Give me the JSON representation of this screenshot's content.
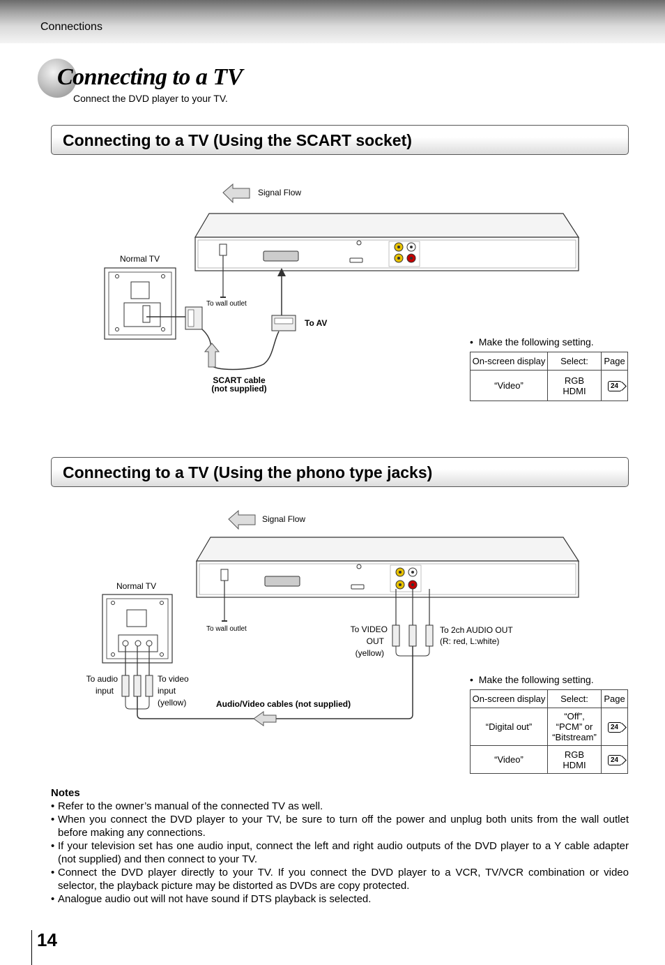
{
  "header": {
    "section": "Connections"
  },
  "title": "Connecting to a TV",
  "subtitle": "Connect the DVD player to your TV.",
  "sections": [
    {
      "heading": "Connecting to a TV (Using the SCART socket)",
      "diagram": {
        "signal_flow": "Signal Flow",
        "tv_label": "Normal TV",
        "wall_outlet": "To wall outlet",
        "to_av": "To AV",
        "cable_line1": "SCART cable",
        "cable_line2": "(not supplied)"
      },
      "setting_note": "Make the following setting.",
      "table": {
        "headers": [
          "On-screen display",
          "Select:",
          "Page"
        ],
        "rows": [
          {
            "display": "“Video”",
            "select_line1": "RGB",
            "select_line2": "HDMI",
            "select_line3": "",
            "page": "24"
          }
        ]
      }
    },
    {
      "heading": "Connecting to a TV (Using the phono type jacks)",
      "diagram": {
        "signal_flow": "Signal Flow",
        "tv_label": "Normal TV",
        "wall_outlet": "To wall outlet",
        "video_out_line1": "To VIDEO",
        "video_out_line2": "OUT",
        "video_out_line3": "(yellow)",
        "audio_out_line1": "To 2ch AUDIO OUT",
        "audio_out_line2": "(R: red, L:white)",
        "audio_in_line1": "To audio",
        "audio_in_line2": "input",
        "video_in_line1": "To video",
        "video_in_line2": "input",
        "video_in_line3": "(yellow)",
        "cables": "Audio/Video cables (not supplied)"
      },
      "setting_note": "Make the following setting.",
      "table": {
        "headers": [
          "On-screen display",
          "Select:",
          "Page"
        ],
        "rows": [
          {
            "display": "“Digital out”",
            "select_line1": "“Off”,",
            "select_line2": "“PCM” or",
            "select_line3": "“Bitstream”",
            "page": "24"
          },
          {
            "display": "“Video”",
            "select_line1": "RGB",
            "select_line2": "HDMI",
            "select_line3": "",
            "page": "24"
          }
        ]
      }
    }
  ],
  "notes": {
    "title": "Notes",
    "items": [
      "Refer to the owner’s manual of the connected TV as well.",
      "When you connect the DVD player to your TV, be sure to turn off the power and unplug both units from the wall outlet before making any connections.",
      "If your television set has one audio input, connect the left and right audio outputs of the DVD player to a Y cable adapter (not supplied) and then connect to your TV.",
      "Connect the DVD player directly to your TV.  If you connect the DVD player to a VCR, TV/VCR combination or video selector, the playback picture may be distorted as DVDs are copy protected.",
      "Analogue audio out will not have sound if DTS playback is selected."
    ]
  },
  "page_number": "14",
  "colors": {
    "yellow_jack": "#e8c200",
    "red_jack": "#c40000"
  }
}
